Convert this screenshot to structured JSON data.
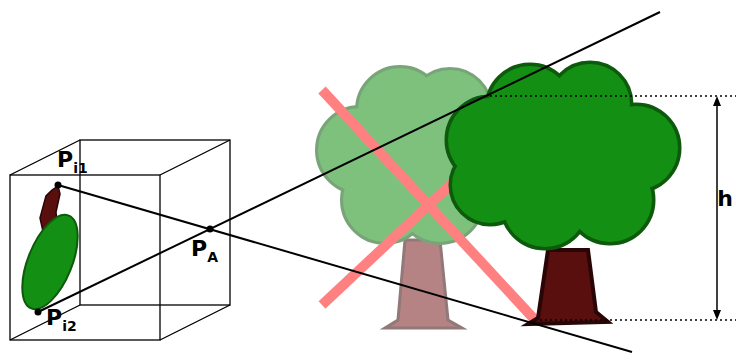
{
  "diagram": {
    "labels": [
      "Pi1",
      "Pi2",
      "PA",
      "h"
    ]
  }
}
